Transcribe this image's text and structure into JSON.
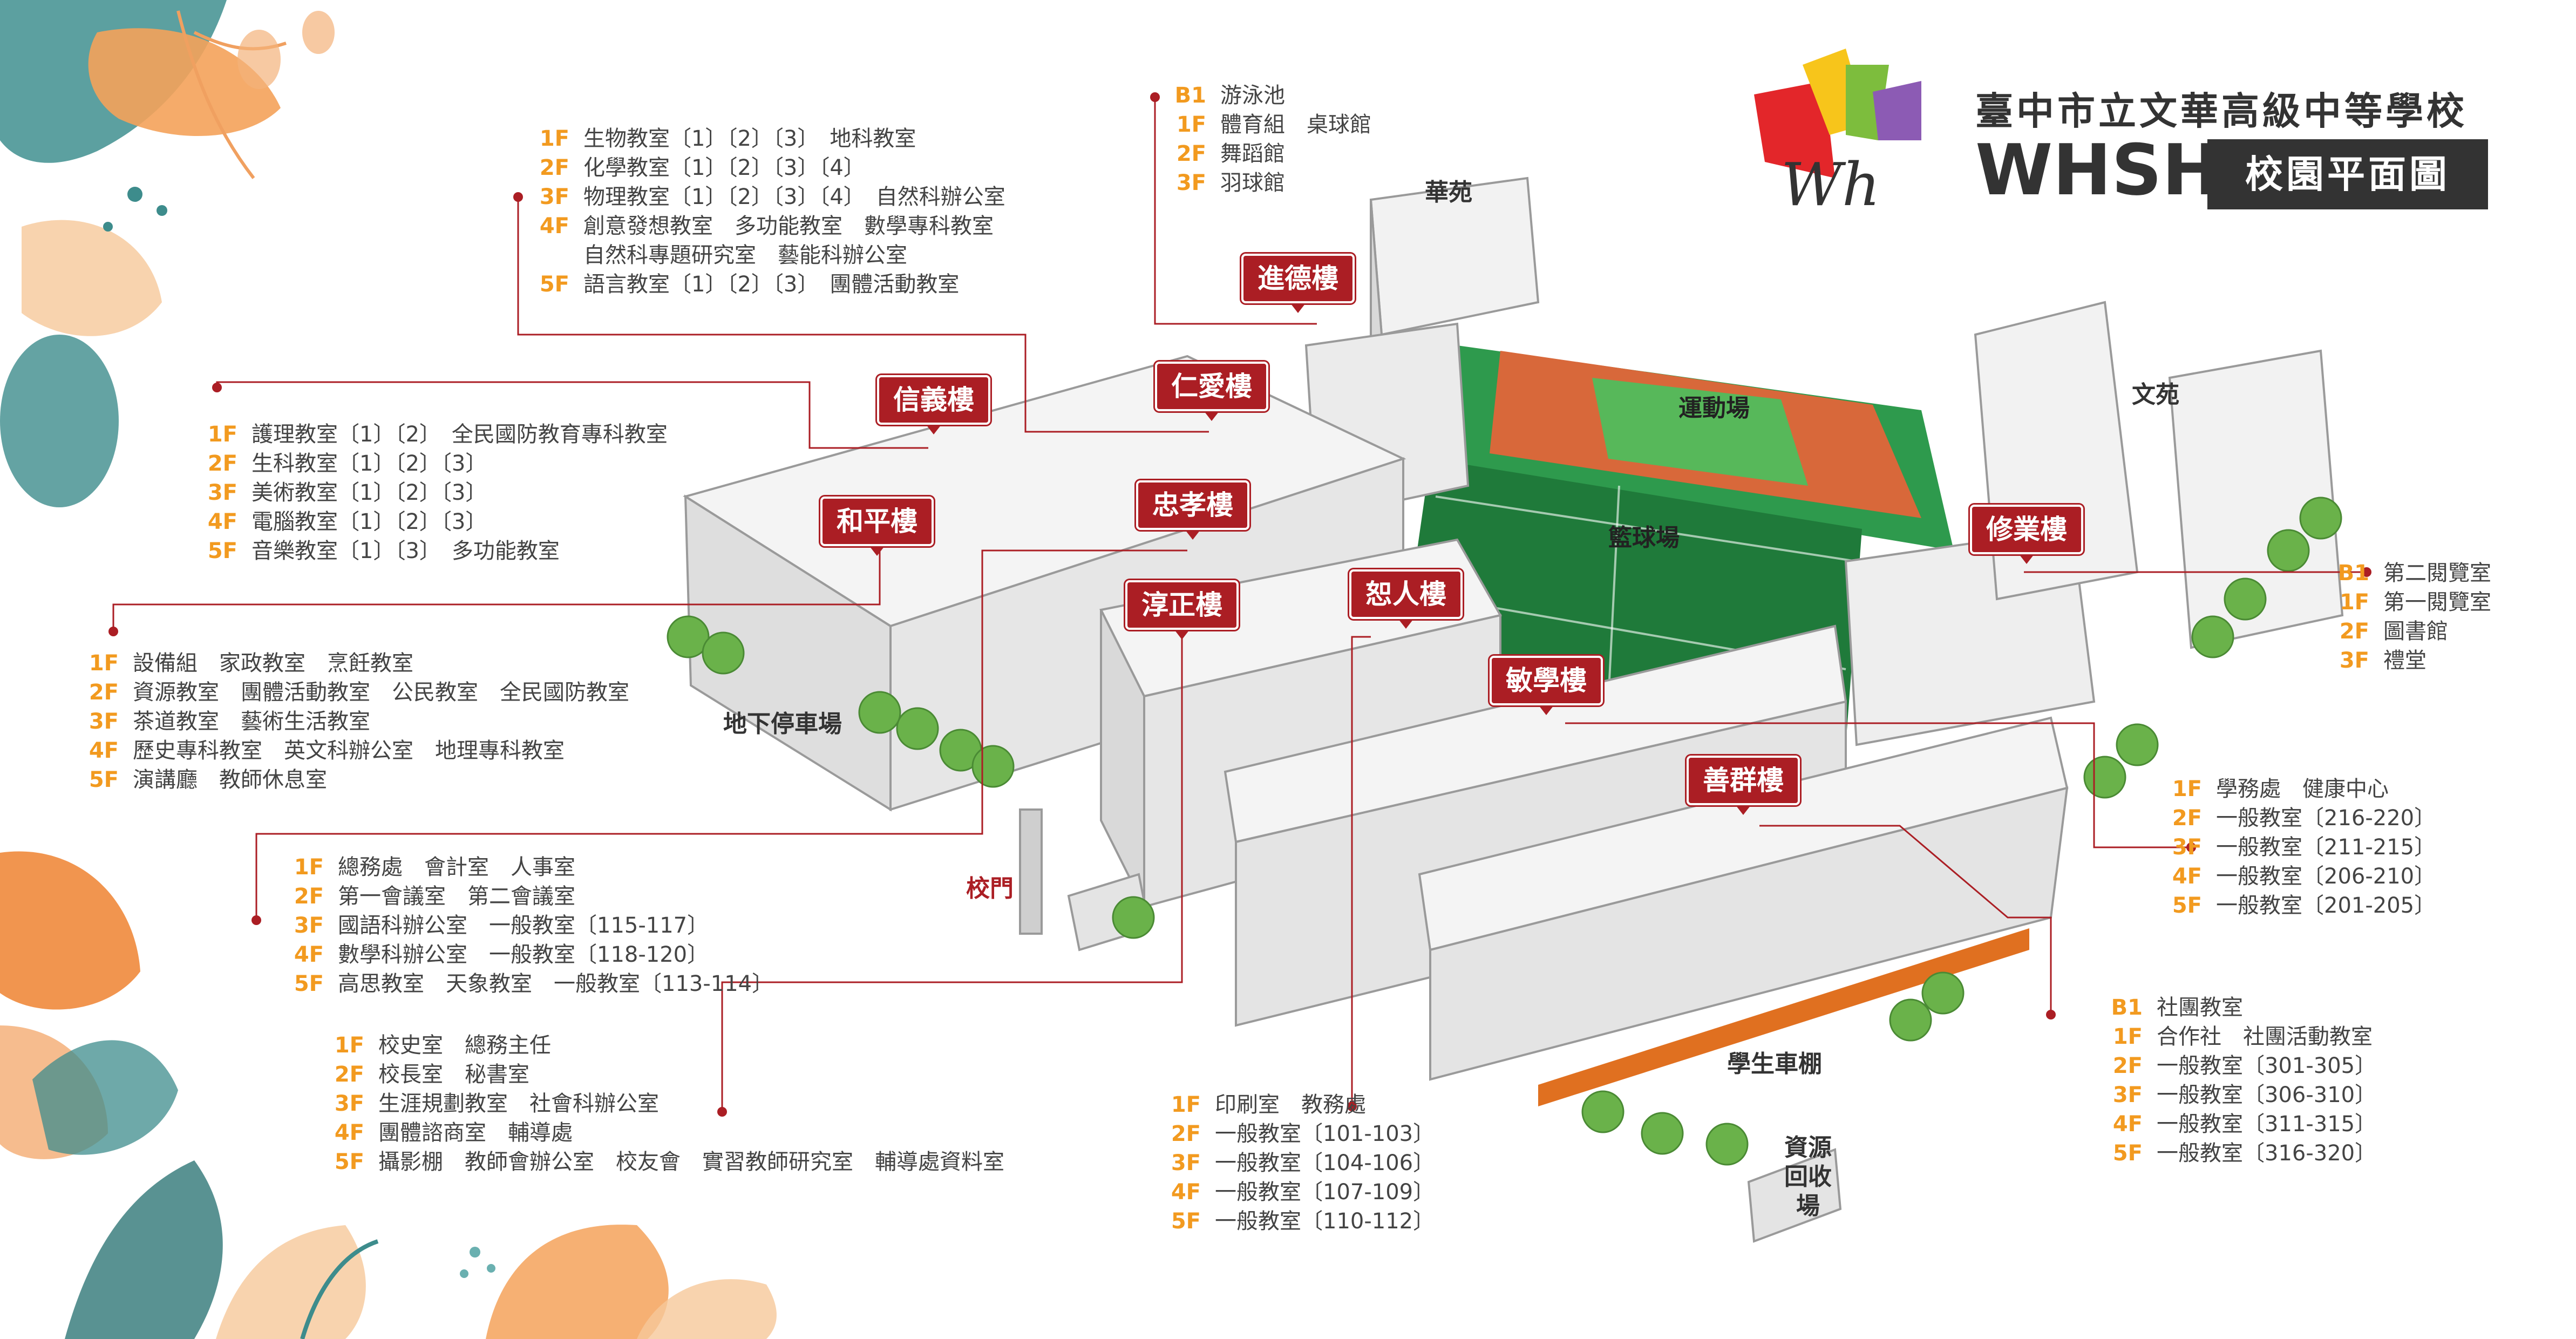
{
  "header": {
    "school_name": "臺中市立文華高級中等學校",
    "school_abbr": "WHSH",
    "map_title": "校園平面圖",
    "logo_text": "Wh"
  },
  "colors": {
    "floor_label": "#f29a1f",
    "tag_bg": "#ab1e24",
    "field_green": "#2e9a4d",
    "track": "#d8683a",
    "court_green": "#1f7a3a",
    "building": "#e9e9e9",
    "tree": "#6ab24a"
  },
  "buildings": [
    {
      "id": "jinde",
      "name": "進德樓",
      "floors": [
        {
          "f": "B1",
          "rooms": "游泳池"
        },
        {
          "f": "1F",
          "rooms": "體育組　桌球館"
        },
        {
          "f": "2F",
          "rooms": "舞蹈館"
        },
        {
          "f": "3F",
          "rooms": "羽球館"
        }
      ]
    },
    {
      "id": "renai",
      "name": "仁愛樓",
      "floors": [
        {
          "f": "1F",
          "rooms": "生物教室〔1〕〔2〕〔3〕　地科教室"
        },
        {
          "f": "2F",
          "rooms": "化學教室〔1〕〔2〕〔3〕〔4〕"
        },
        {
          "f": "3F",
          "rooms": "物理教室〔1〕〔2〕〔3〕〔4〕　自然科辦公室"
        },
        {
          "f": "4F",
          "rooms": "創意發想教室　多功能教室　數學專科教室"
        },
        {
          "f": "",
          "rooms": "自然科專題研究室　藝能科辦公室"
        },
        {
          "f": "5F",
          "rooms": "語言教室〔1〕〔2〕〔3〕　團體活動教室"
        }
      ]
    },
    {
      "id": "xinyi",
      "name": "信義樓",
      "floors": [
        {
          "f": "1F",
          "rooms": "護理教室〔1〕〔2〕　全民國防教育專科教室"
        },
        {
          "f": "2F",
          "rooms": "生科教室〔1〕〔2〕〔3〕"
        },
        {
          "f": "3F",
          "rooms": "美術教室〔1〕〔2〕〔3〕"
        },
        {
          "f": "4F",
          "rooms": "電腦教室〔1〕〔2〕〔3〕"
        },
        {
          "f": "5F",
          "rooms": "音樂教室〔1〕〔3〕　多功能教室"
        }
      ]
    },
    {
      "id": "heping",
      "name": "和平樓",
      "floors": [
        {
          "f": "1F",
          "rooms": "設備組　家政教室　烹飪教室"
        },
        {
          "f": "2F",
          "rooms": "資源教室　團體活動教室　公民教室　全民國防教室"
        },
        {
          "f": "3F",
          "rooms": "茶道教室　藝術生活教室"
        },
        {
          "f": "4F",
          "rooms": "歷史專科教室　英文科辦公室　地理專科教室"
        },
        {
          "f": "5F",
          "rooms": "演講廳　教師休息室"
        }
      ]
    },
    {
      "id": "zhongxiao",
      "name": "忠孝樓",
      "floors": [
        {
          "f": "1F",
          "rooms": "總務處　會計室　人事室"
        },
        {
          "f": "2F",
          "rooms": "第一會議室　第二會議室"
        },
        {
          "f": "3F",
          "rooms": "國語科辦公室　一般教室〔115-117〕"
        },
        {
          "f": "4F",
          "rooms": "數學科辦公室　一般教室〔118-120〕"
        },
        {
          "f": "5F",
          "rooms": "高思教室　天象教室　一般教室〔113-114〕"
        }
      ]
    },
    {
      "id": "chunzheng",
      "name": "淳正樓",
      "floors": [
        {
          "f": "1F",
          "rooms": "校史室　總務主任"
        },
        {
          "f": "2F",
          "rooms": "校長室　秘書室"
        },
        {
          "f": "3F",
          "rooms": "生涯規劃教室　社會科辦公室"
        },
        {
          "f": "4F",
          "rooms": "團體諮商室　輔導處"
        },
        {
          "f": "5F",
          "rooms": "攝影棚　教師會辦公室　校友會　實習教師研究室　輔導處資料室"
        }
      ]
    },
    {
      "id": "shuren",
      "name": "恕人樓",
      "floors": [
        {
          "f": "1F",
          "rooms": "印刷室　教務處"
        },
        {
          "f": "2F",
          "rooms": "一般教室〔101-103〕"
        },
        {
          "f": "3F",
          "rooms": "一般教室〔104-106〕"
        },
        {
          "f": "4F",
          "rooms": "一般教室〔107-109〕"
        },
        {
          "f": "5F",
          "rooms": "一般教室〔110-112〕"
        }
      ]
    },
    {
      "id": "xiuye",
      "name": "修業樓",
      "floors": [
        {
          "f": "B1",
          "rooms": "第二閱覽室"
        },
        {
          "f": "1F",
          "rooms": "第一閱覽室"
        },
        {
          "f": "2F",
          "rooms": "圖書館"
        },
        {
          "f": "3F",
          "rooms": "禮堂"
        }
      ]
    },
    {
      "id": "minxue",
      "name": "敏學樓",
      "floors": [
        {
          "f": "1F",
          "rooms": "學務處　健康中心"
        },
        {
          "f": "2F",
          "rooms": "一般教室〔216-220〕"
        },
        {
          "f": "3F",
          "rooms": "一般教室〔211-215〕"
        },
        {
          "f": "4F",
          "rooms": "一般教室〔206-210〕"
        },
        {
          "f": "5F",
          "rooms": "一般教室〔201-205〕"
        }
      ]
    },
    {
      "id": "shanqun",
      "name": "善群樓",
      "floors": [
        {
          "f": "B1",
          "rooms": "社團教室"
        },
        {
          "f": "1F",
          "rooms": "合作社　社團活動教室"
        },
        {
          "f": "2F",
          "rooms": "一般教室〔301-305〕"
        },
        {
          "f": "3F",
          "rooms": "一般教室〔306-310〕"
        },
        {
          "f": "4F",
          "rooms": "一般教室〔311-315〕"
        },
        {
          "f": "5F",
          "rooms": "一般教室〔316-320〕"
        }
      ]
    }
  ],
  "places": {
    "huayuan": "華苑",
    "wenyuan": "文苑",
    "field": "運動場",
    "court": "籃球場",
    "parking": "地下停車場",
    "gate": "校門",
    "bikeshed": "學生車棚",
    "recycle": "資源回收場"
  }
}
